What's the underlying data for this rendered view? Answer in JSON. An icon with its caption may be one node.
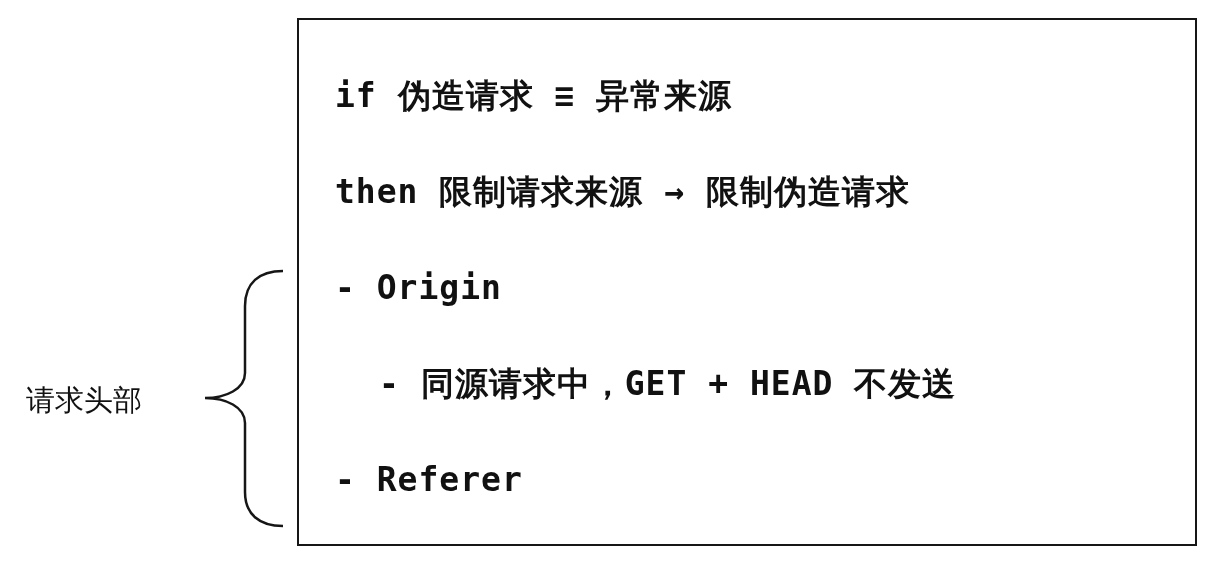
{
  "diagram": {
    "nodes": [
      {
        "text": [
          "if 伪造请求 ≡ 异常来源",
          "then 限制请求来源 → 限制伪造请求",
          "- Origin",
          "- 同源请求中，GET + HEAD 不发送",
          "- Referer"
        ]
      }
    ],
    "labels": [
      "请求头部"
    ]
  }
}
